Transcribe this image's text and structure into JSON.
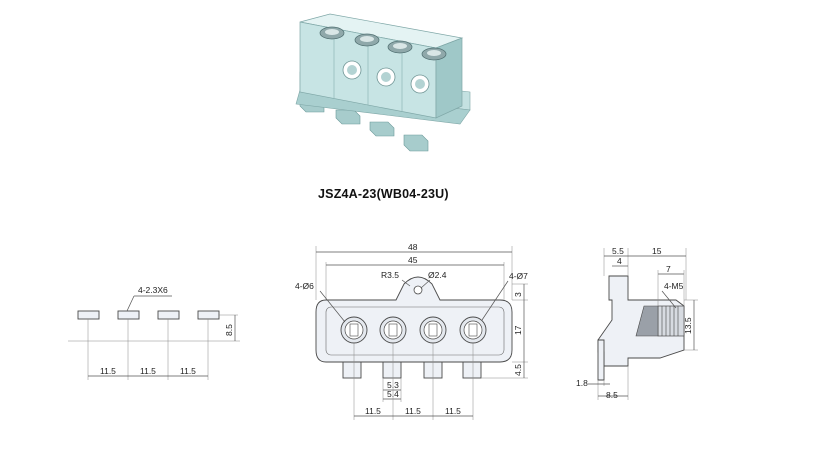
{
  "title": "JSZ4A-23(WB04-23U)",
  "colors": {
    "part_fill": "#eef1f6",
    "outline": "#4a4a4a",
    "glass": "#b9dede",
    "dim_line": "#555555"
  },
  "left_view": {
    "hole_label": "4-2.3X6",
    "pitch": [
      "11.5",
      "11.5",
      "11.5"
    ],
    "height": "8.5"
  },
  "front_view": {
    "overall_width": "48",
    "inner_width": "45",
    "radius": "R3.5",
    "tab_hole": "Ø2.4",
    "mount_holes": "4-Ø7",
    "screw_holes": "4-Ø6",
    "dim_3": "3",
    "dim_17": "17",
    "dim_45": "4.5",
    "pin_width": "5.3",
    "pin_width2": "5.4",
    "pitch": [
      "11.5",
      "11.5",
      "11.5"
    ]
  },
  "side_view": {
    "d_5_5": "5.5",
    "d_15": "15",
    "d_4": "4",
    "d_7": "7",
    "thread": "4-M5",
    "d_13_5": "13.5",
    "d_1_8": "1.8",
    "d_8_5": "8.5"
  }
}
